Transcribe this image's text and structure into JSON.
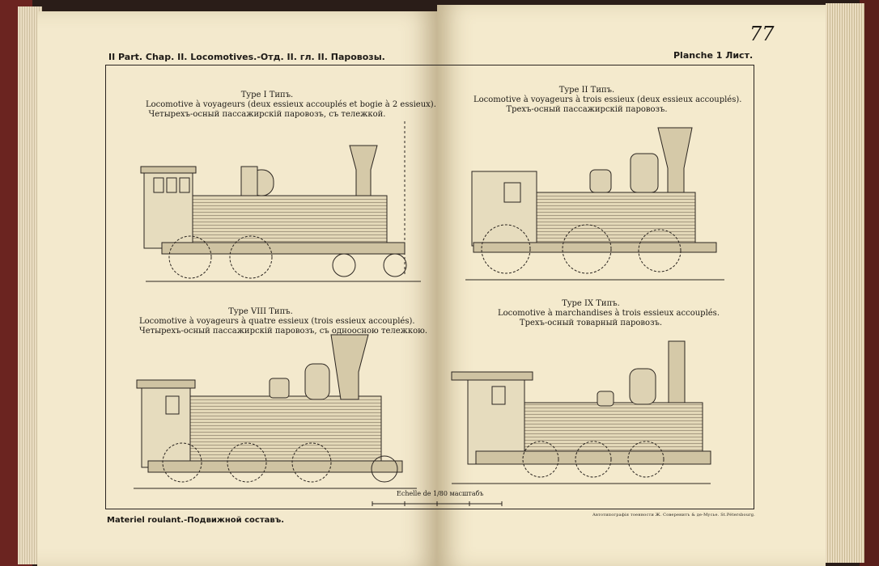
{
  "header": {
    "left_title": "II Part. Chap. II. Locomotives.-Отд. II. гл. II. Паровозы.",
    "right_title": "Planche 1 Лист.",
    "page_number": "77"
  },
  "drawings": [
    {
      "title": "Type I Типъ.",
      "line_fr": "Locomotive à voyageurs (deux essieux accouplés et bogie à 2 essieux).",
      "line_ru": "Четырехъ-осный пассажирскій паровозъ, съ тележкой."
    },
    {
      "title": "Type II Типъ.",
      "line_fr": "Locomotive à voyageurs à trois essieux (deux essieux accouplés).",
      "line_ru": "Трехъ-осный пассажирскій паровозъ."
    },
    {
      "title": "Type VIII Типъ.",
      "line_fr": "Locomotive à voyageurs à quatre essieux (trois essieux accouplés).",
      "line_ru": "Четырехъ-осный пассажирскій паровозъ, съ одноосною тележкою."
    },
    {
      "title": "Type IX Типъ.",
      "line_fr": "Locomotive à marchandises à trois essieux accouplés.",
      "line_ru": "Трехъ-осный товарный паровозъ."
    }
  ],
  "scale_label": "Echelle de 1/80 масштабъ",
  "footer": {
    "left": "Materiel roulant.-Подвижной составъ.",
    "printer": "Автотипографія тоенности Ж. Соверенитъ & де-Мусье. St.Pétersbourg."
  }
}
